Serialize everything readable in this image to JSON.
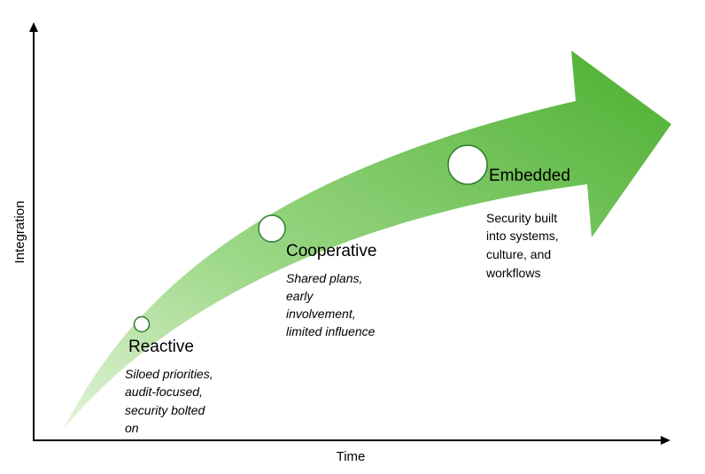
{
  "axes": {
    "x_label": "Time",
    "y_label": "Integration"
  },
  "colors": {
    "arrow_dark": "#4caf30",
    "arrow_light": "#e2f3d8",
    "marker_stroke": "#2e7d2e",
    "axis": "#000000"
  },
  "stages": [
    {
      "title": "Reactive",
      "description_lines": [
        "Siloed priorities,",
        "audit-focused,",
        "security bolted",
        "on"
      ],
      "italic": true
    },
    {
      "title": "Cooperative",
      "description_lines": [
        "Shared plans,",
        "early",
        "involvement,",
        "limited influence"
      ],
      "italic": true
    },
    {
      "title": "Embedded",
      "description_lines": [
        "Security built",
        "into systems,",
        "culture, and",
        "workflows"
      ],
      "italic": false
    }
  ]
}
